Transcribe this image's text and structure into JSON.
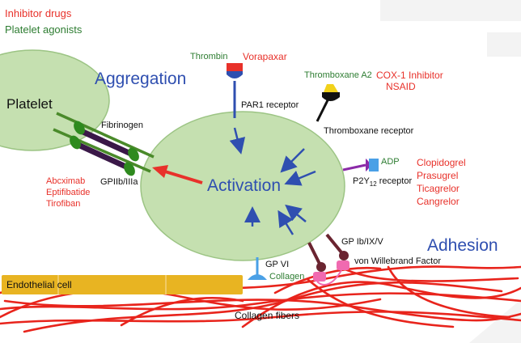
{
  "legend": {
    "inhibitor": "Inhibitor drugs",
    "agonist": "Platelet agonists"
  },
  "colors": {
    "inhibitor": "#e8312a",
    "agonist": "#2e7d32",
    "process": "#2f4fb0",
    "platelet_fill": "#c5e0b0",
    "endothelial": "#e8b422",
    "collagen": "#e8241c"
  },
  "processes": {
    "aggregation": "Aggregation",
    "activation": "Activation",
    "adhesion": "Adhesion"
  },
  "platelet": "Platelet",
  "endothelial_cell": "Endothelial cell",
  "collagen_fibers": "Collagen fibers",
  "receptors": {
    "par1": {
      "agonist": "Thrombin",
      "drug": "Vorapaxar",
      "receptor": "PAR1 receptor"
    },
    "thromboxane": {
      "agonist": "Thromboxane A2",
      "drugs": [
        "COX-1 Inhibitor",
        "NSAID"
      ],
      "receptor": "Thromboxane receptor"
    },
    "p2y12": {
      "agonist": "ADP",
      "drugs": [
        "Clopidogrel",
        "Prasugrel",
        "Ticagrelor",
        "Cangrelor"
      ],
      "receptor_prefix": "P2Y",
      "receptor_sub": "12",
      "receptor_suffix": " receptor"
    },
    "gpiib": {
      "ligand": "Fibrinogen",
      "receptor": "GPIIb/IIIa",
      "drugs": [
        "Abcximab",
        "Eptifibatide",
        "Tirofiban"
      ]
    },
    "gpvi": {
      "receptor": "GP VI",
      "ligand": "Collagen"
    },
    "gpib": {
      "receptor": "GP Ib/IX/V",
      "ligand": "von Willebrand Factor"
    }
  }
}
